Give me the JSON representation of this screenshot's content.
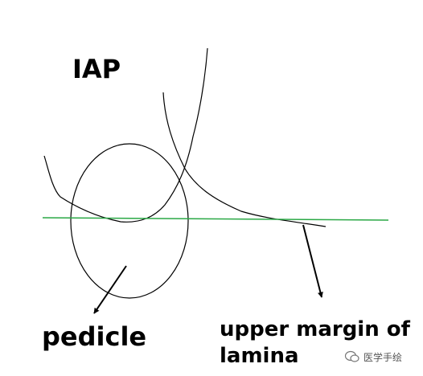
{
  "labels": {
    "iap": "IAP",
    "pedicle": "pedicle",
    "upper_margin_line1": "upper margin of",
    "upper_margin_line2": "lamina"
  },
  "watermark": {
    "text": "医学手绘",
    "icon": "wechat-icon"
  },
  "colors": {
    "baseline": "#2aa845",
    "ink": "#000000"
  }
}
